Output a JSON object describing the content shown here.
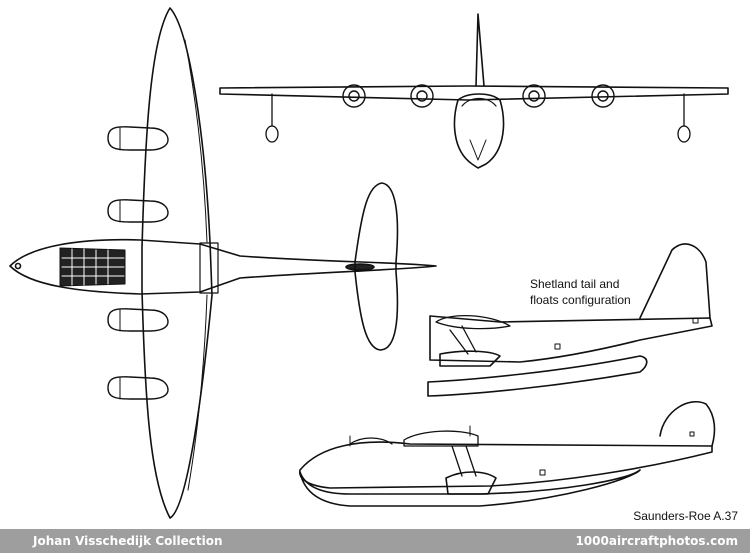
{
  "annotation": {
    "line1": "Shetland tail and",
    "line2": "floats configuration"
  },
  "caption": "Saunders-Roe A.37",
  "footer": {
    "left_text": "Johan Visschedijk Collection",
    "right_text": "1000aircraftphotos.com",
    "background": "#9e9e9e",
    "text_color": "#ffffff"
  }
}
